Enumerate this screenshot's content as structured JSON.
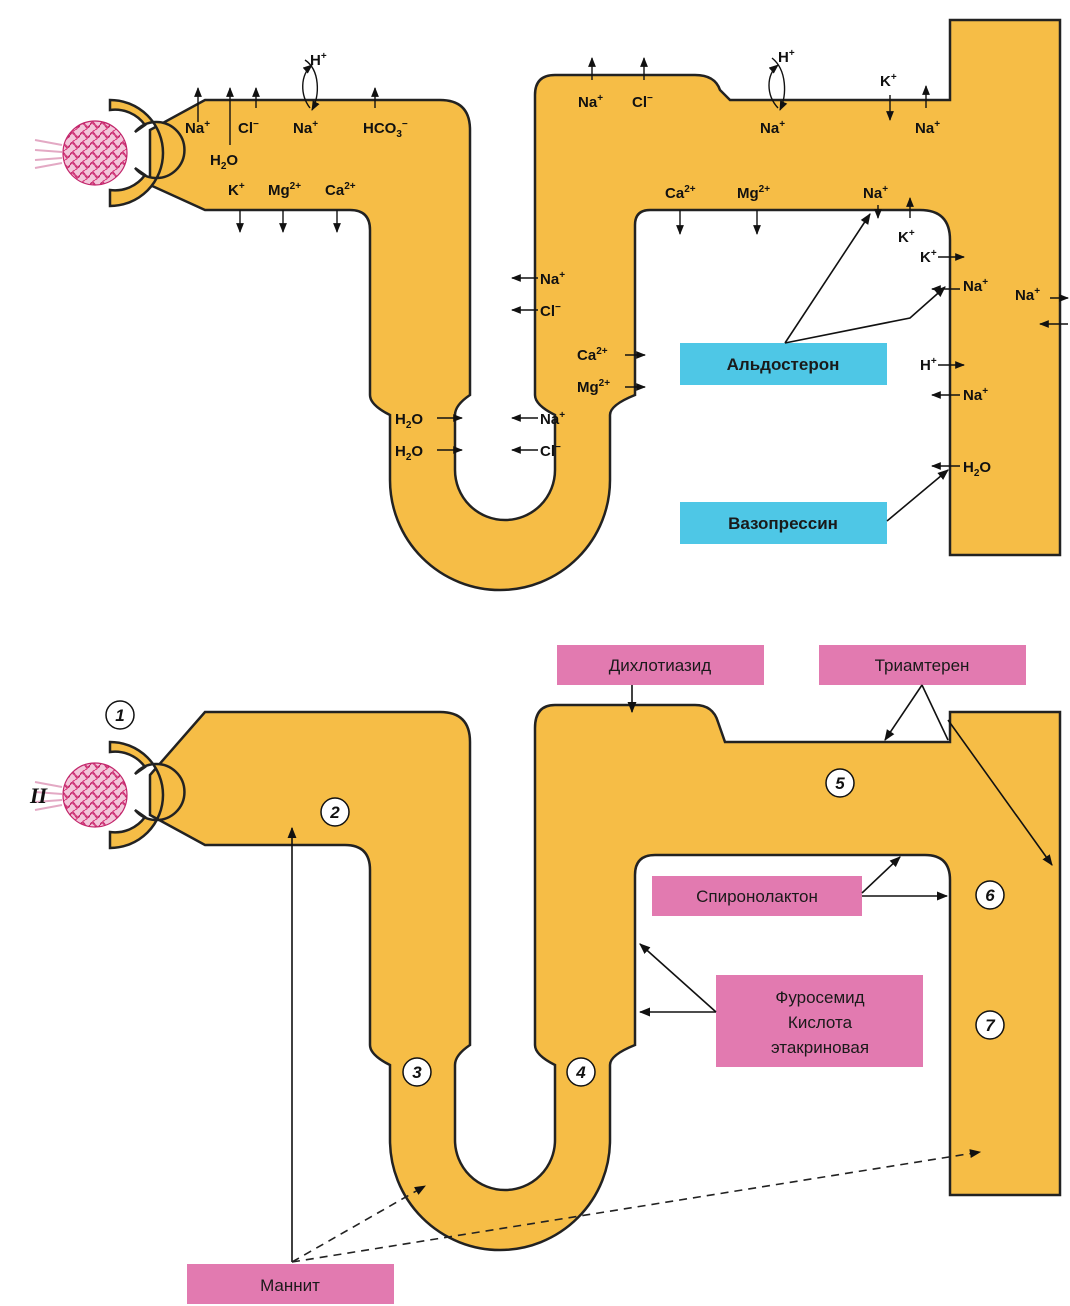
{
  "colors": {
    "tubule": "#f6bd46",
    "glomerulus": "#d6407f",
    "hormone_box": "#4ec7e6",
    "drug_box": "#e27ab0"
  },
  "top_diagram": {
    "ions": {
      "pt_na_1": "Na+",
      "pt_h2o": "H2O",
      "pt_cl": "Cl−",
      "pt_h": "H+",
      "pt_na_2": "Na+",
      "pt_hco3": "HCO3−",
      "pt_k": "K+",
      "pt_mg": "Mg2+",
      "pt_ca": "Ca2+",
      "desc_h2o_1": "H2O",
      "desc_h2o_2": "H2O",
      "asc_na_1": "Na+",
      "asc_cl_1": "Cl−",
      "asc_ca": "Ca2+",
      "asc_mg": "Mg2+",
      "asc_na_2": "Na+",
      "asc_cl_2": "Cl−",
      "dt_na": "Na+",
      "dt_cl": "Cl−",
      "dt_h": "H+",
      "dt_na_2": "Na+",
      "dt_k": "K+",
      "dt_na_3": "Na+",
      "dt_ca": "Ca2+",
      "dt_mg": "Mg2+",
      "lt_na": "Na+",
      "lt_k": "K+",
      "cd_k": "K+",
      "cd_na_1": "Na+",
      "cd_na_out": "Na+",
      "cd_h": "H+",
      "cd_na_2": "Na+",
      "cd_h2o": "H2O"
    },
    "hormones": {
      "aldosterone": "Альдостерон",
      "vasopressin": "Вазопрессин"
    }
  },
  "bottom_diagram": {
    "roman_numeral": "II",
    "segment_numbers": [
      "1",
      "2",
      "3",
      "4",
      "5",
      "6",
      "7"
    ],
    "drugs": {
      "dichlothiazide": "Дихлотиазид",
      "triamterene": "Триамтерен",
      "spironolactone": "Спиронолактон",
      "furosemide_line1": "Фуросемид",
      "furosemide_line2": "Кислота",
      "furosemide_line3": "этакриновая",
      "mannitol": "Маннит"
    }
  }
}
